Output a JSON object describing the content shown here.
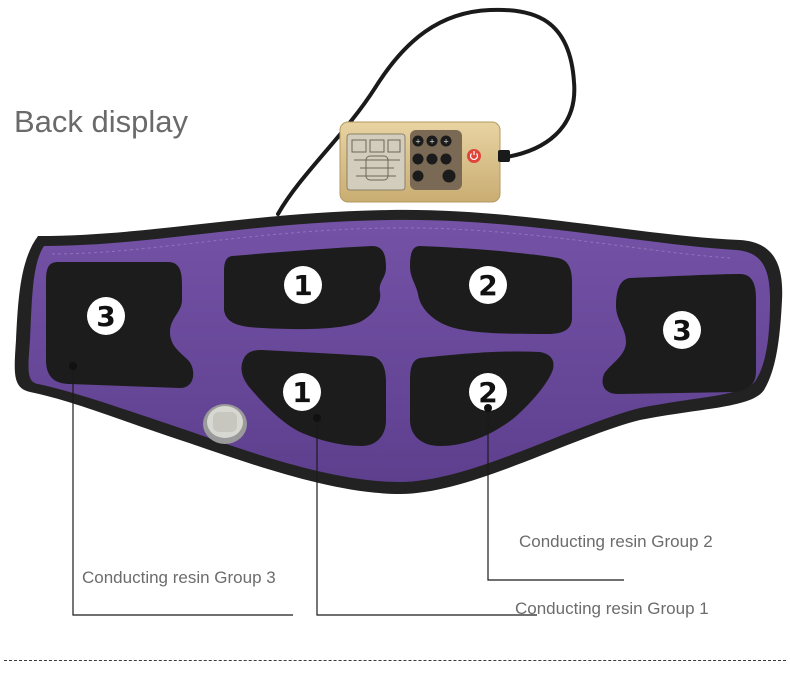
{
  "title": "Back display",
  "pads": {
    "group1_top": "1",
    "group1_bottom": "1",
    "group2_top": "2",
    "group2_bottom": "2",
    "group3_left": "3",
    "group3_right": "3"
  },
  "callouts": {
    "group1": "Conducting resin Group 1",
    "group2": "Conducting resin Group 2",
    "group3": "Conducting resin Group 3"
  },
  "colors": {
    "belt_fabric": "#6a4a9a",
    "belt_edge": "#222222",
    "pads": "#1c1c1c",
    "remote_body": "#d9c28f",
    "power_button": "#e0453a"
  },
  "icons": {
    "power_button": "power-icon"
  }
}
